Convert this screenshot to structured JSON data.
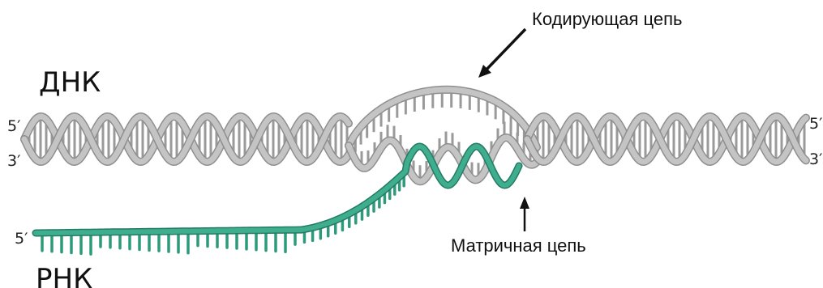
{
  "labels": {
    "dna": "ДНК",
    "rna": "РНК",
    "coding_strand": "Кодирующая цепь",
    "template_strand": "Матричная цепь",
    "dna_left_top": "5′",
    "dna_left_bottom": "3′",
    "dna_right_top": "5′",
    "dna_right_bottom": "3′",
    "rna_left": "5′"
  },
  "colors": {
    "dna_strand": "#c4c4c4",
    "dna_strand_edge": "#8f8f8f",
    "dna_base": "#9a9a9a",
    "rna_strand": "#3fae8f",
    "rna_base": "#2e9a7c",
    "arrow": "#111111",
    "text": "#111111"
  }
}
